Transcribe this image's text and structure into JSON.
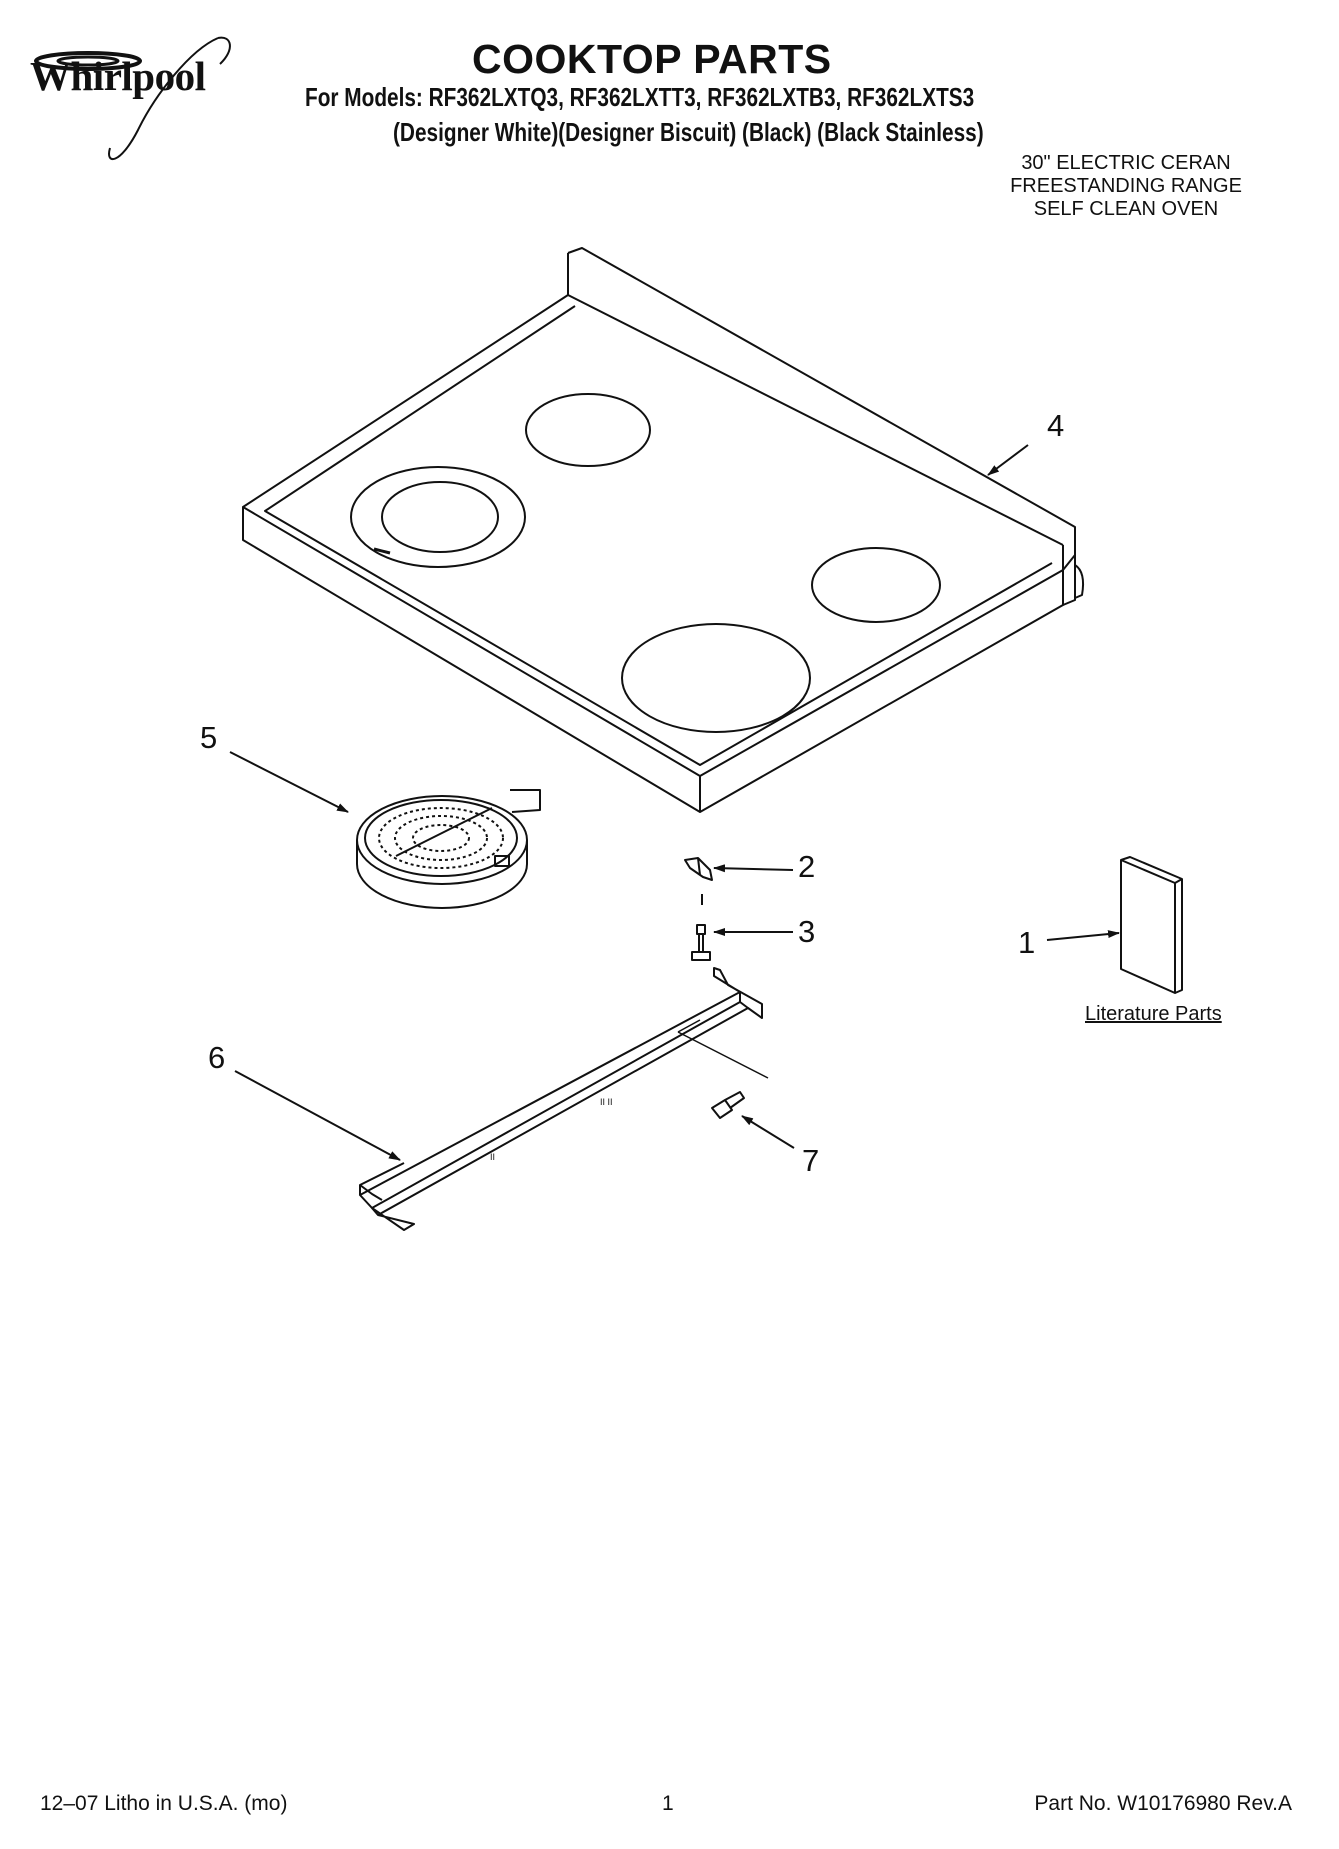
{
  "brand": {
    "logo_text": "Whirlpool"
  },
  "header": {
    "title": "COOKTOP PARTS",
    "models": "For Models: RF362LXTQ3, RF362LXTT3, RF362LXTB3, RF362LXTS3",
    "colors": "(Designer White)(Designer Biscuit) (Black)    (Black Stainless)",
    "description": [
      "30\" ELECTRIC CERAN",
      "FREESTANDING RANGE",
      "SELF CLEAN OVEN"
    ]
  },
  "diagram": {
    "callouts": [
      "1",
      "2",
      "3",
      "4",
      "5",
      "6",
      "7"
    ],
    "literature_label": "Literature Parts"
  },
  "footer": {
    "litho": "12–07 Litho in U.S.A. (mo)",
    "page": "1",
    "part_no": "Part No. W10176980 Rev.A"
  }
}
